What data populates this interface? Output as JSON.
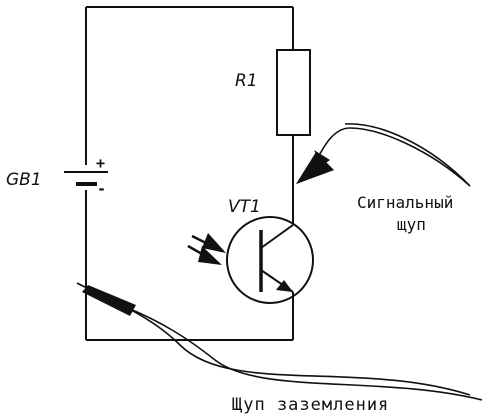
{
  "labels": {
    "battery": "GB1",
    "plus": "+",
    "minus": "-",
    "resistor": "R1",
    "transistor": "VT1",
    "signal_probe_line1": "Сигнальный",
    "signal_probe_line2": "щуп",
    "ground_probe": "Щуп заземления"
  }
}
